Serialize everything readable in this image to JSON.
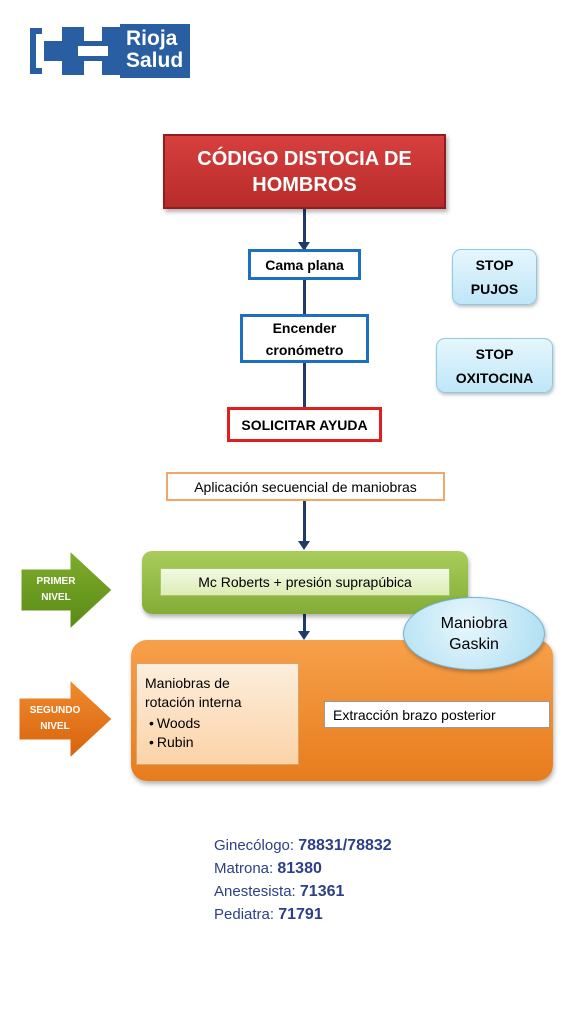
{
  "logo": {
    "line1": "Rioja",
    "line2": "Salud",
    "color": "#2a5ea3"
  },
  "title": {
    "line1": "CÓDIGO DISTOCIA DE",
    "line2": "HOMBROS"
  },
  "steps": {
    "cama": "Cama plana",
    "cronometro_line1": "Encender",
    "cronometro_line2": "cronómetro",
    "ayuda": "SOLICITAR AYUDA",
    "aplicacion": "Aplicación secuencial de maniobras"
  },
  "stops": {
    "pujos_line1": "STOP",
    "pujos_line2": "PUJOS",
    "oxitocina_line1": "STOP",
    "oxitocina_line2": "OXITOCINA"
  },
  "primer_nivel": {
    "label_line1": "PRIMER",
    "label_line2": "NIVEL",
    "maniobra": "Mc Roberts + presión suprapúbica",
    "color": "#6a9a23"
  },
  "segundo_nivel": {
    "label_line1": "SEGUNDO",
    "label_line2": "NIVEL",
    "rotacion_line1": "Maniobras de",
    "rotacion_line2": "rotación interna",
    "rotacion_items": [
      "Woods",
      "Rubin"
    ],
    "brazo": "Extracción brazo posterior",
    "color": "#e06d10"
  },
  "gaskin": {
    "line1": "Maniobra",
    "line2": "Gaskin"
  },
  "contacts": [
    {
      "role": "Ginecólogo:  ",
      "number": "78831/78832"
    },
    {
      "role": "Matrona: ",
      "number": "81380"
    },
    {
      "role": "Anestesista: ",
      "number": "71361"
    },
    {
      "role": "Pediatra: ",
      "number": "71791"
    }
  ]
}
